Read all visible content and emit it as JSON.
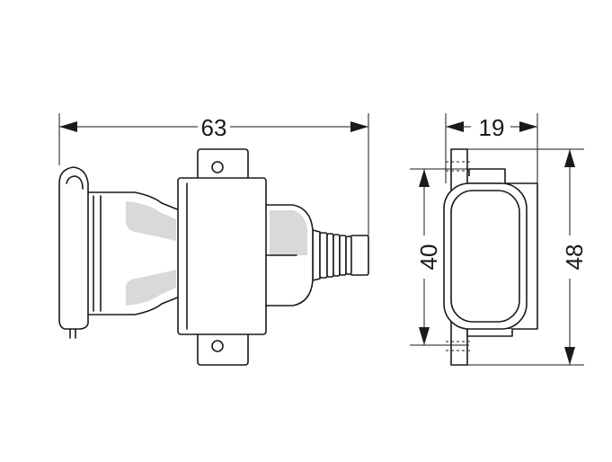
{
  "dimensions": {
    "length": "63",
    "depth": "19",
    "inner_height": "40",
    "outer_height": "48"
  }
}
